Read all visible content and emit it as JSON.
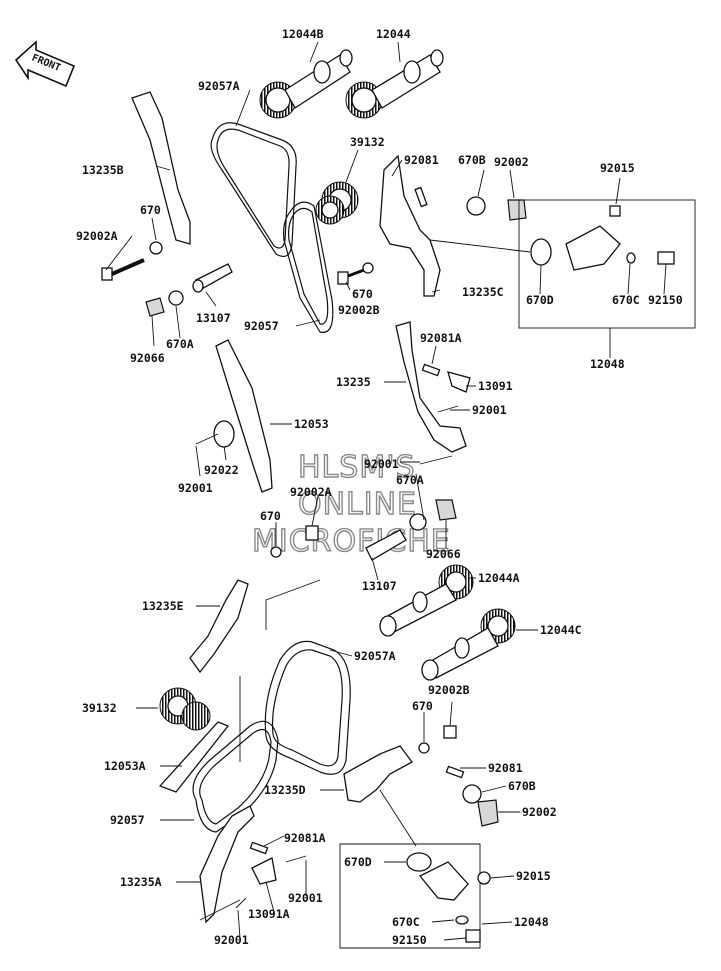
{
  "watermark": {
    "line1": "HLSM'S",
    "line2": "ONLINE",
    "line3": "MICROFICHE"
  },
  "front_arrow": {
    "label": "FRONT"
  },
  "labels": {
    "l12044B": "12044B",
    "l12044": "12044",
    "l92057A_top": "92057A",
    "l39132_top": "39132",
    "l92081_top": "92081",
    "l670B_top": "670B",
    "l92002_top": "92002",
    "l92015_top": "92015",
    "l13235B": "13235B",
    "l670_left": "670",
    "l92002A_left": "92002A",
    "l13107_top": "13107",
    "l670A_left": "670A",
    "l92066_left": "92066",
    "l92057_top": "92057",
    "l670_mid": "670",
    "l92002B_top": "92002B",
    "l13235C": "13235C",
    "l670D_top": "670D",
    "l670C_top": "670C",
    "l92150_top": "92150",
    "l12048_top": "12048",
    "l92081A_top": "92081A",
    "l13235": "13235",
    "l13091": "13091",
    "l92001_r": "92001",
    "l12053": "12053",
    "l92022": "92022",
    "l92001_l": "92001",
    "l92001_c": "92001",
    "l670A_c": "670A",
    "l92002A_c": "92002A",
    "l670_c": "670",
    "l92066_c": "92066",
    "l13107_c": "13107",
    "l12044A": "12044A",
    "l13235E": "13235E",
    "l12044C": "12044C",
    "l92057A_bot": "92057A",
    "l92002B_bot": "92002B",
    "l39132_bot": "39132",
    "l670_bot": "670",
    "l12053A": "12053A",
    "l92081_bot": "92081",
    "l13235D": "13235D",
    "l670B_bot": "670B",
    "l92002_bot": "92002",
    "l92057_bot": "92057",
    "l92081A_bot": "92081A",
    "l670D_bot": "670D",
    "l92015_bot": "92015",
    "l13235A": "13235A",
    "l92001_bb": "92001",
    "l13091A": "13091A",
    "l670C_bot": "670C",
    "l12048_bot": "12048",
    "l92001_bottom": "92001",
    "l92150_bot": "92150"
  }
}
